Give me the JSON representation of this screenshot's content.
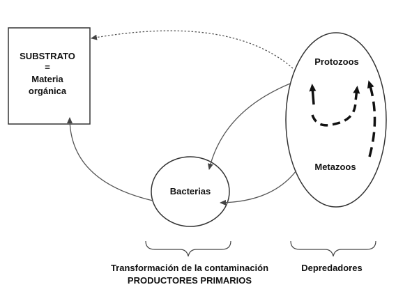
{
  "nodes": {
    "substrato": {
      "line1": "SUBSTRATO",
      "line2": "=",
      "line3": "Materia",
      "line4": "orgánica"
    },
    "protozoos": "Protozoos",
    "metazoos": "Metazoos",
    "bacterias": "Bacterias"
  },
  "captions": {
    "left_line1": "Transformación de la contaminación",
    "left_line2": "PRODUCTORES PRIMARIOS",
    "right": "Depredadores"
  },
  "colors": {
    "stroke": "#333333",
    "arrow": "#555555",
    "dashed_arrow": "#111111",
    "text": "#111111"
  }
}
